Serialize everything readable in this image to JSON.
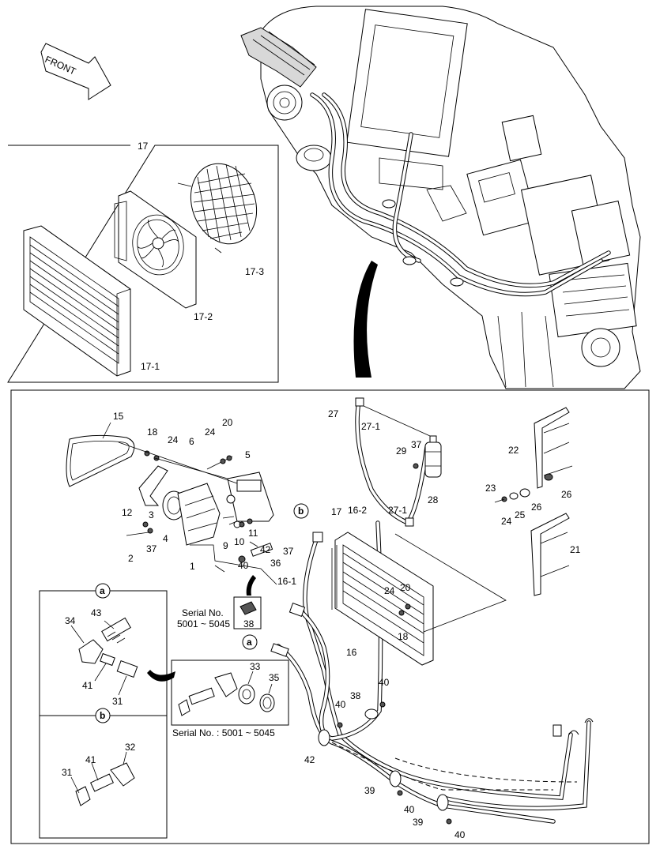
{
  "front_arrow": {
    "label": "FRONT"
  },
  "box17": {
    "number": "17",
    "labels": [
      "17-1",
      "17-2",
      "17-3"
    ]
  },
  "detail_a": {
    "marker": "a",
    "labels": [
      "34",
      "43",
      "41",
      "31"
    ]
  },
  "detail_b": {
    "marker": "b",
    "labels": [
      "32",
      "41",
      "31"
    ]
  },
  "serial_box_small": {
    "text_line1": "Serial No.",
    "text_line2": "5001 ~ 5045",
    "part": "38"
  },
  "serial_box_large": {
    "caption": "Serial No. : 5001 ~ 5045",
    "labels": [
      "33",
      "35"
    ]
  },
  "main_labels": [
    "15",
    "18",
    "24",
    "6",
    "24",
    "20",
    "5",
    "12",
    "3",
    "4",
    "37",
    "2",
    "9",
    "10",
    "11",
    "1",
    "40",
    "42",
    "36",
    "37",
    "16-1",
    "b",
    "a",
    "27",
    "27-1",
    "29",
    "37",
    "28",
    "17",
    "16-2",
    "27-1",
    "24",
    "20",
    "18",
    "16",
    "38",
    "40",
    "40",
    "42",
    "39",
    "40",
    "39",
    "40",
    "22",
    "23",
    "24",
    "25",
    "26",
    "26",
    "21"
  ]
}
